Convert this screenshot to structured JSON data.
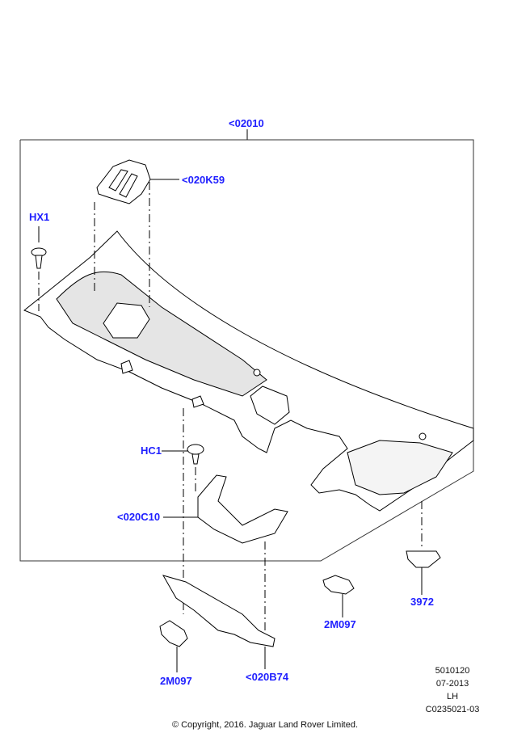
{
  "callouts": {
    "assembly": "<02010",
    "cover_panel": "<020K59",
    "clip_hx1": "HX1",
    "clip_hc1": "HC1",
    "bracket_c10": "<020C10",
    "grommet": "3972",
    "seal_right": "2M097",
    "seal_left": "2M097",
    "bracket_b74": "<020B74"
  },
  "meta": {
    "ref": "5010120",
    "date": "07-2013",
    "side": "LH",
    "code": "C0235021-03"
  },
  "copyright": "© Copyright, 2016. Jaguar Land Rover Limited.",
  "colors": {
    "callout": "#1f1fff",
    "line": "#000000"
  }
}
